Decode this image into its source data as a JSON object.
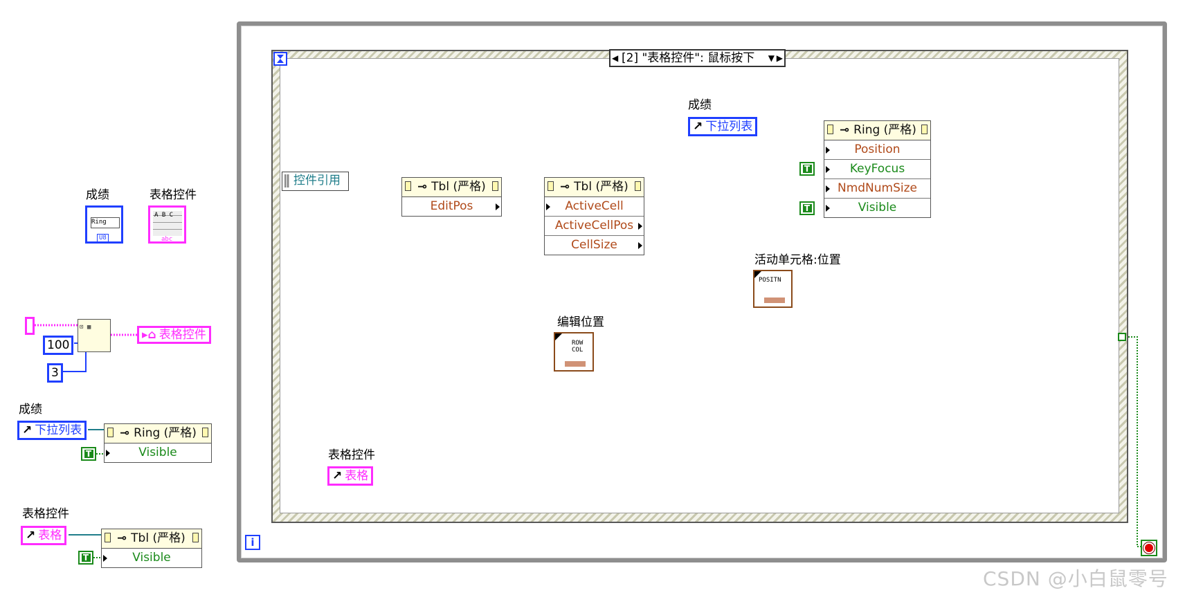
{
  "event_case": {
    "selector_text": "[2] \"表格控件\": 鼠标按下"
  },
  "labels": {
    "left_ring_label": "成绩",
    "left_table_label": "表格控件",
    "left_group2_label": "成绩",
    "left_group3_label": "表格控件",
    "inner_ring_label": "成绩",
    "inner_table_label": "表格控件",
    "edit_pos_label": "编辑位置",
    "active_pos_label": "活动单元格:位置"
  },
  "controls": {
    "ctrl_ref_text": "控件引用",
    "numeric_100": "100",
    "numeric_3": "3",
    "table_ref_text": "表格控件",
    "ring_ref_text": "下拉列表",
    "table_const_text": "表格",
    "ring_icon_text": "Ring",
    "ring_icon_sub": "U8",
    "table_icon_text": "A B C",
    "table_icon_sub": "abc",
    "edit_icon_text": "ROW COL",
    "pos_icon_text": "POSITN",
    "true_const": "T"
  },
  "nodes": {
    "tbl_editpos": {
      "header": "Tbl (严格)",
      "props": [
        "EditPos"
      ]
    },
    "tbl_active": {
      "header": "Tbl (严格)",
      "props": [
        "ActiveCell",
        "ActiveCellPos",
        "CellSize"
      ]
    },
    "ring_main": {
      "header": "Ring (严格)",
      "props": [
        "Position",
        "KeyFocus",
        "NmdNumSize",
        "Visible"
      ]
    },
    "ring_left": {
      "header": "Ring (严格)",
      "props": [
        "Visible"
      ]
    },
    "tbl_left": {
      "header": "Tbl (严格)",
      "props": [
        "Visible"
      ]
    }
  },
  "watermark": "CSDN @小白鼠零号",
  "colors": {
    "ring_blue": "#1f3fff",
    "table_pink": "#ff2cff",
    "bool_green": "#1a8a1a",
    "cluster_brown": "#b04a1a",
    "ref_teal": "#1f7d8a"
  }
}
